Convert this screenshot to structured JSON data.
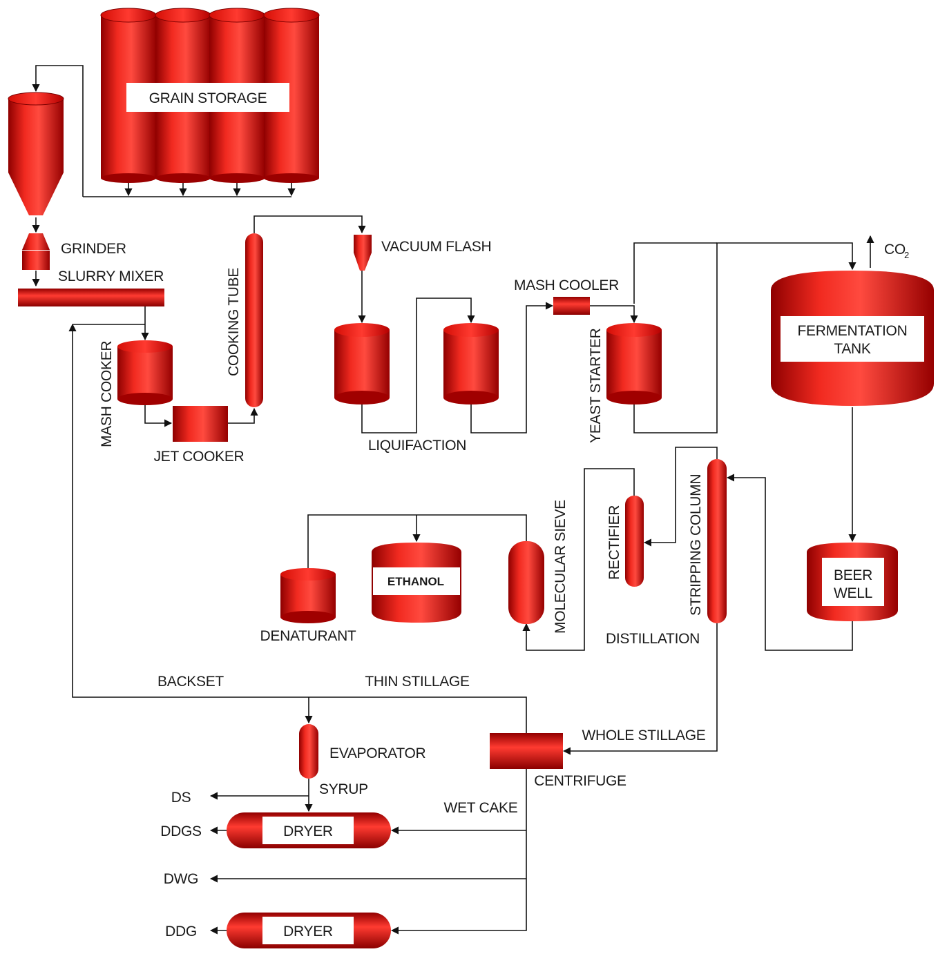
{
  "colors": {
    "vessel_light": "#ff3a30",
    "vessel_mid": "#e21b12",
    "vessel_dark": "#8e0000",
    "line": "#111111",
    "label_box": "#ffffff"
  },
  "labels": {
    "grain_storage": "GRAIN STORAGE",
    "grinder": "GRINDER",
    "slurry_mixer": "SLURRY MIXER",
    "cooking_tube": "COOKING TUBE",
    "vacuum_flash": "VACUUM FLASH",
    "mash_cooker": "MASH COOKER",
    "jet_cooker": "JET COOKER",
    "liquifaction": "LIQUIFACTION",
    "mash_cooler": "MASH COOLER",
    "yeast_starter": "YEAST STARTER",
    "co2_main": "CO",
    "co2_sub": "2",
    "fermentation_tank_line1": "FERMENTATION",
    "fermentation_tank_line2": "TANK",
    "stripping_column": "STRIPPING COLUMN",
    "rectifier": "RECTIFIER",
    "molecular_sieve": "MOLECULAR SIEVE",
    "ethanol": "ETHANOL",
    "denaturant": "DENATURANT",
    "distillation": "DISTILLATION",
    "beer_well_line1": "BEER",
    "beer_well_line2": "WELL",
    "backset": "BACKSET",
    "thin_stillage": "THIN STILLAGE",
    "evaporator": "EVAPORATOR",
    "whole_stillage": "WHOLE STILLAGE",
    "centrifuge": "CENTRIFUGE",
    "syrup": "SYRUP",
    "wet_cake": "WET CAKE",
    "ds": "DS",
    "ddgs": "DDGS",
    "dwg": "DWG",
    "ddg": "DDG",
    "dryer_1": "DRYER",
    "dryer_2": "DRYER"
  }
}
